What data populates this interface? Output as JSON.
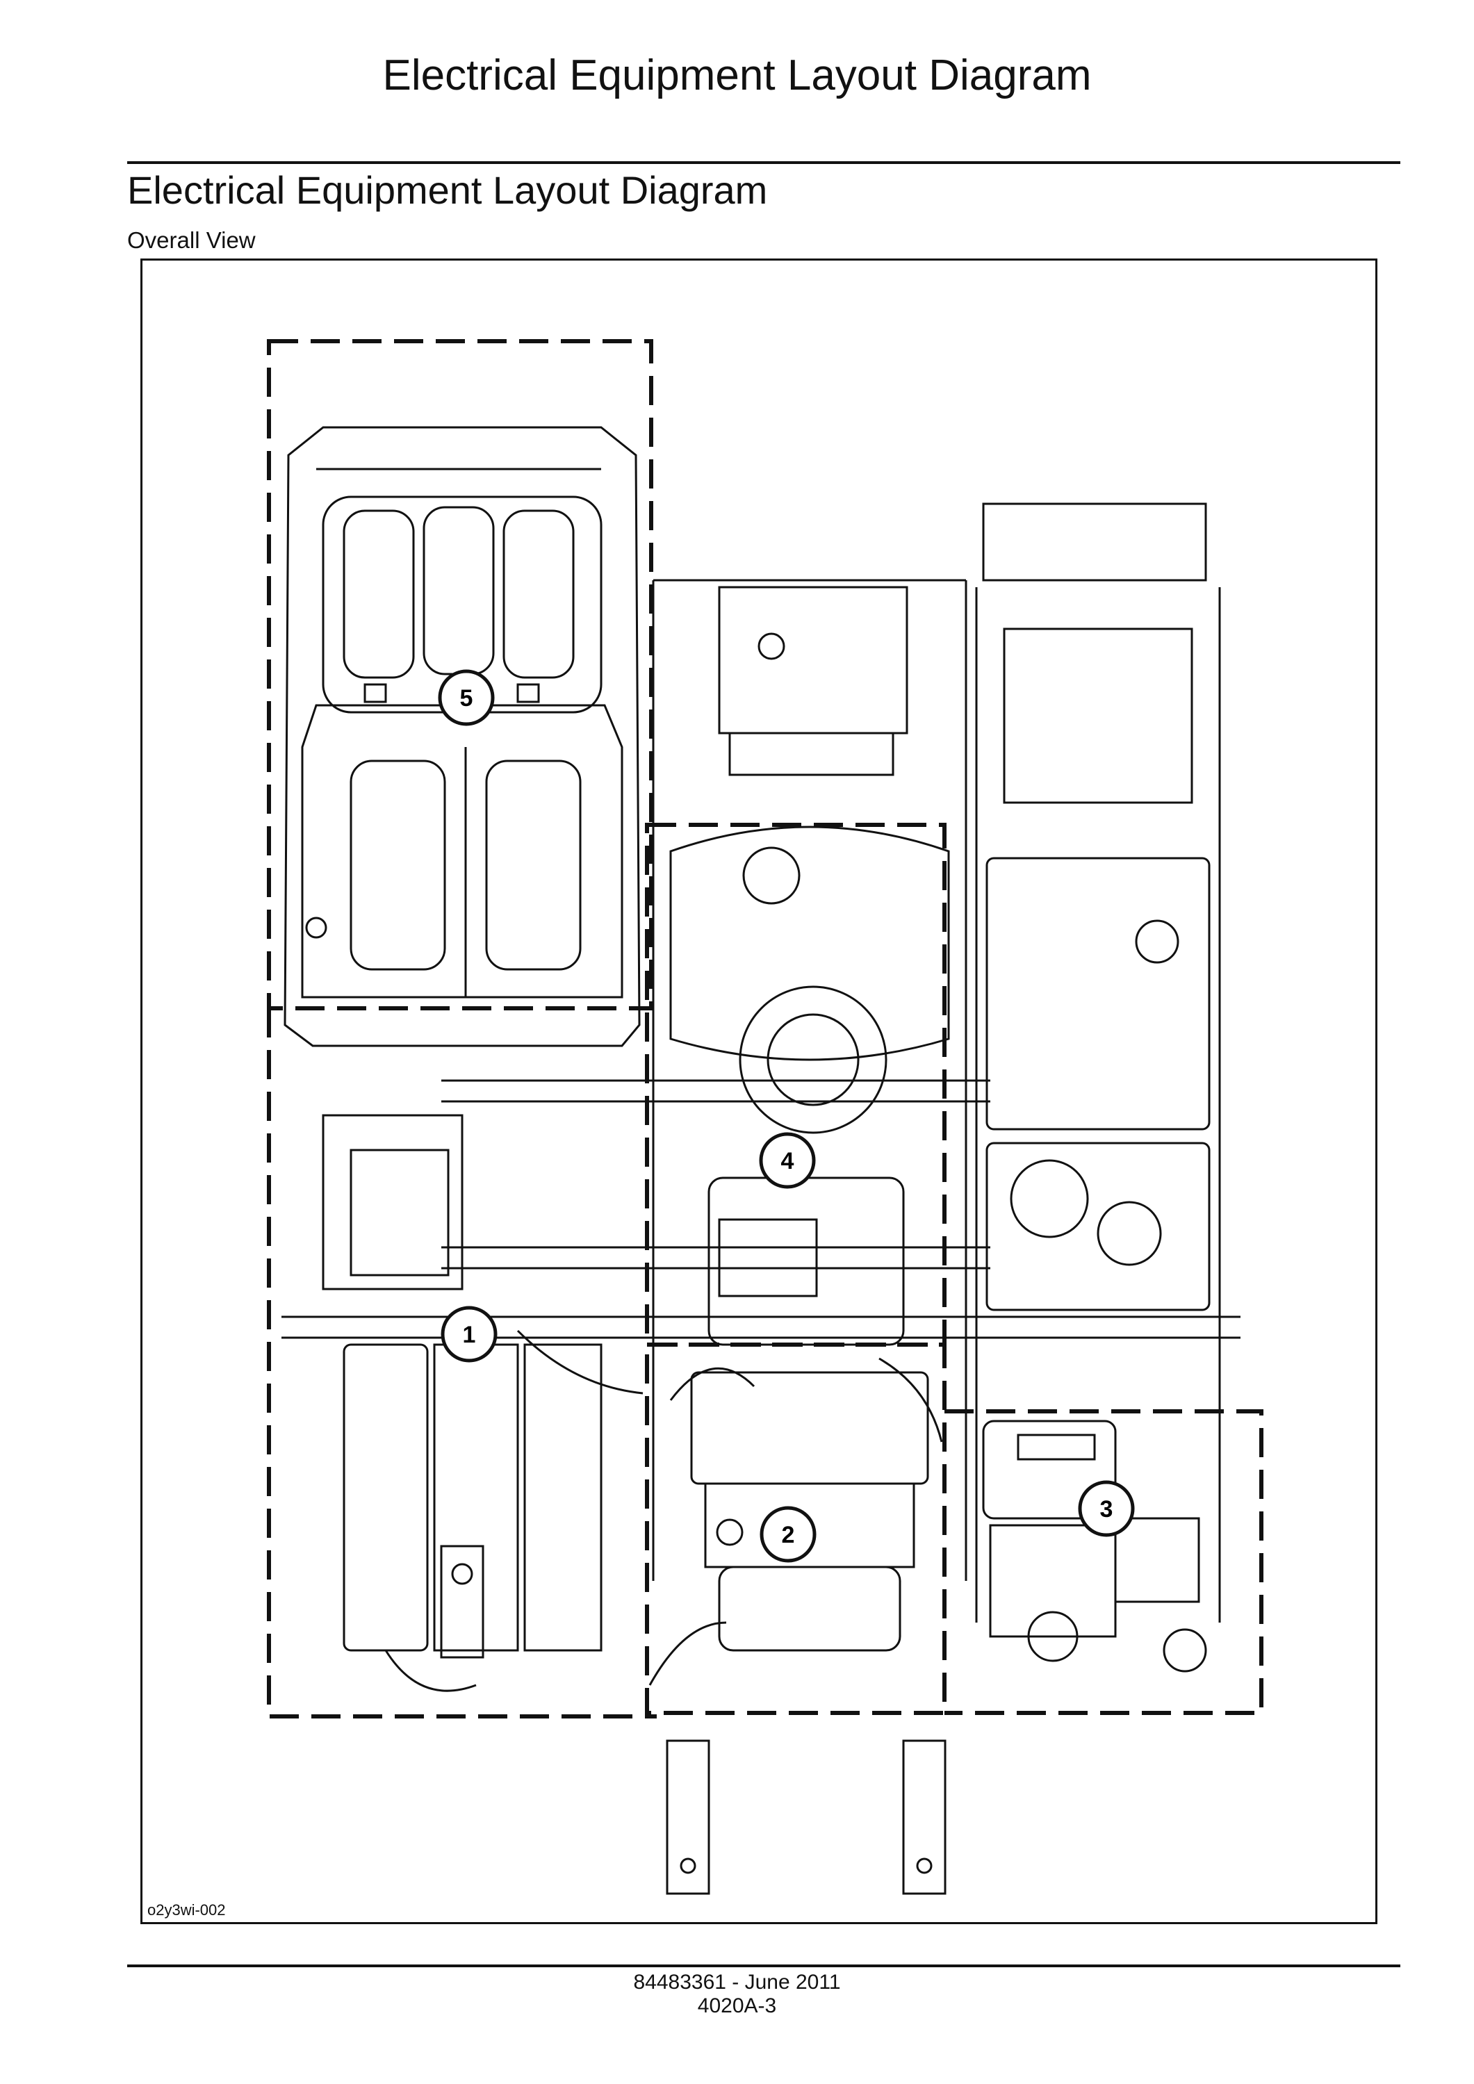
{
  "header": {
    "page_title": "Electrical Equipment Layout Diagram"
  },
  "section": {
    "title": "Electrical Equipment Layout Diagram",
    "subtitle": "Overall View"
  },
  "figure": {
    "id": "o2y3wi-002",
    "callouts": [
      {
        "number": "1"
      },
      {
        "number": "2"
      },
      {
        "number": "3"
      },
      {
        "number": "4"
      },
      {
        "number": "5"
      }
    ]
  },
  "footer": {
    "doc_ref": "84483361 - June 2011",
    "page_number": "4020A-3"
  }
}
